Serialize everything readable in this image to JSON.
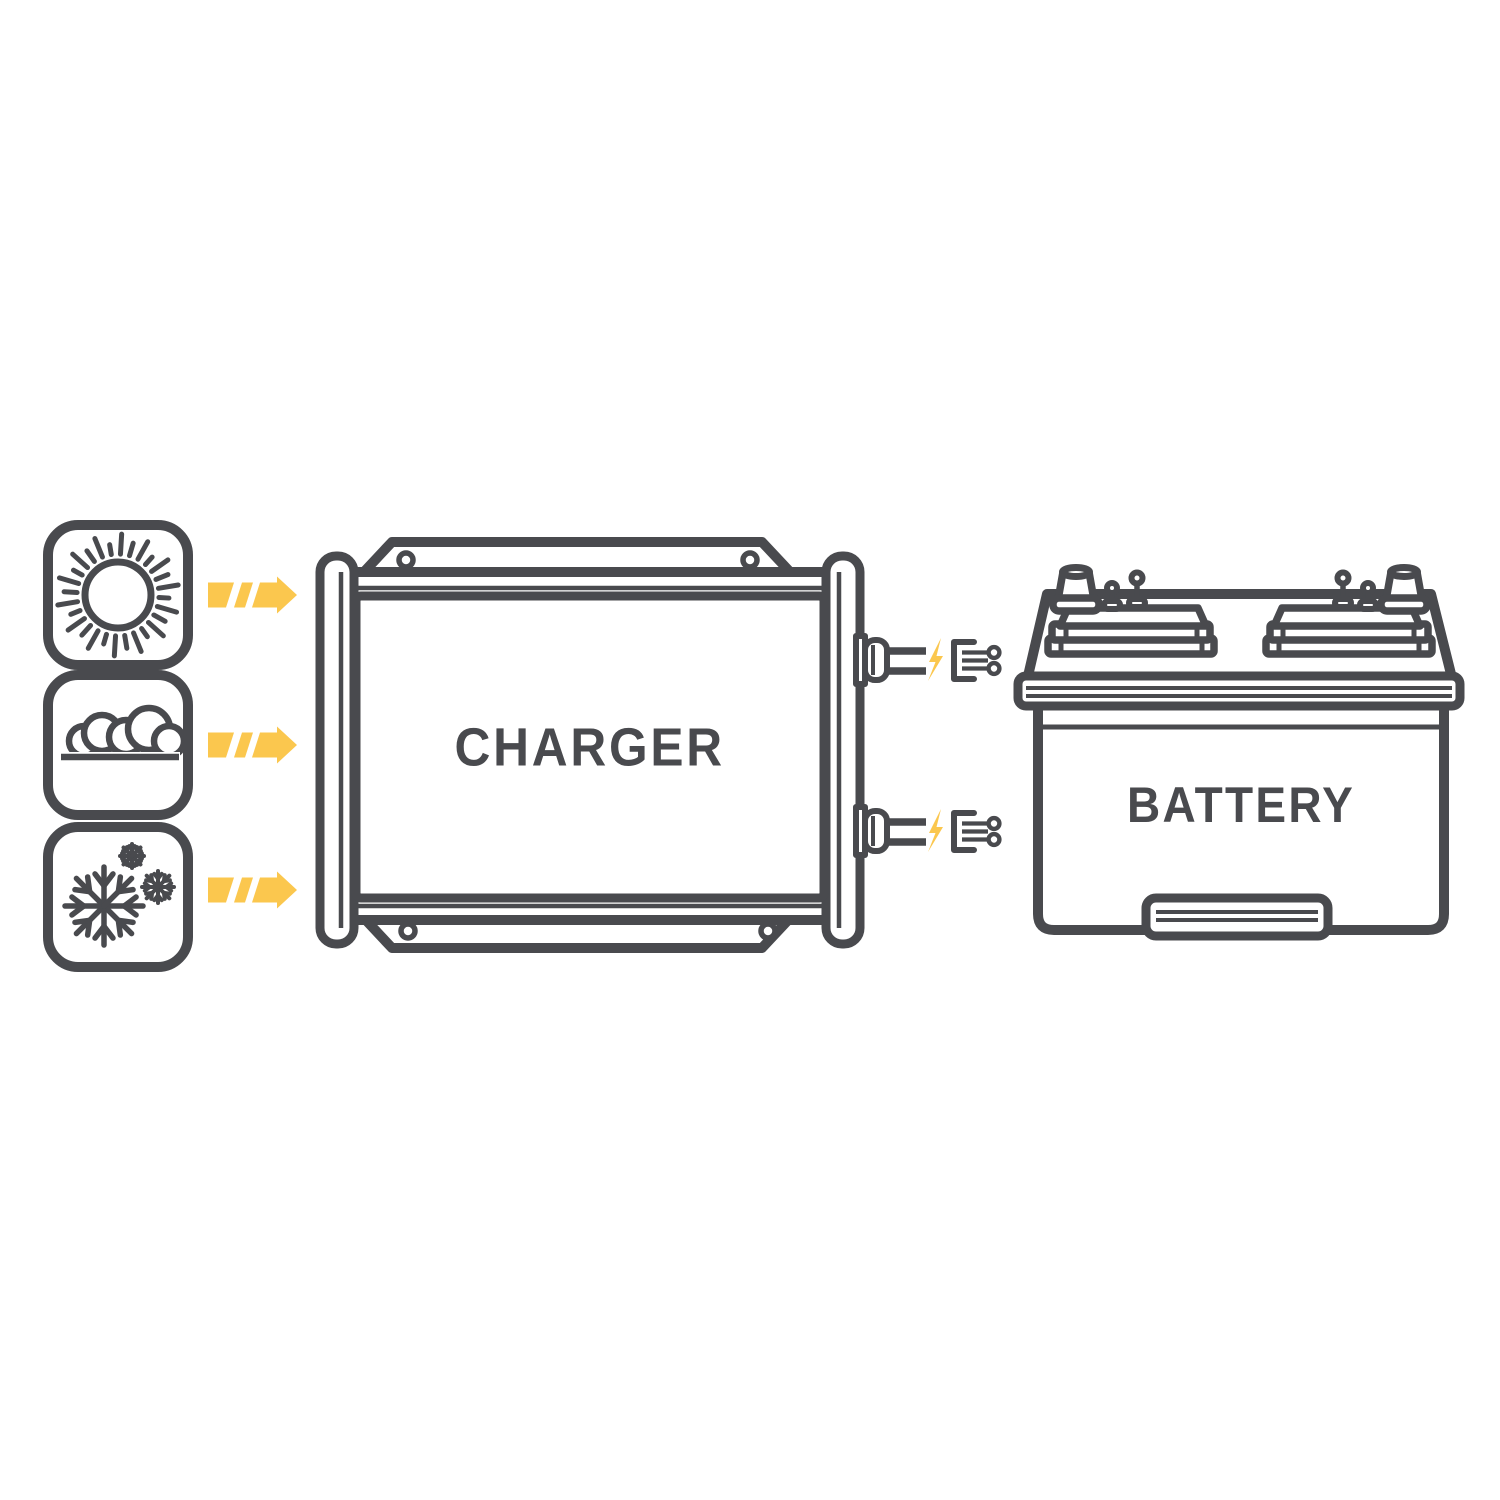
{
  "colors": {
    "outline": "#494A4E",
    "accent_yellow": "#FBC74E",
    "background": "#FFFFFF"
  },
  "diagram": {
    "weather_inputs": [
      {
        "icon": "sun-icon"
      },
      {
        "icon": "clouds-icon"
      },
      {
        "icon": "snowflakes-icon"
      }
    ],
    "arrow_icon": "chevron-arrow-right-icon",
    "charger": {
      "label": "CHARGER"
    },
    "battery": {
      "label": "BATTERY"
    },
    "connection": {
      "icon": "lightning-bolt-icon",
      "cable_count": 2
    }
  }
}
